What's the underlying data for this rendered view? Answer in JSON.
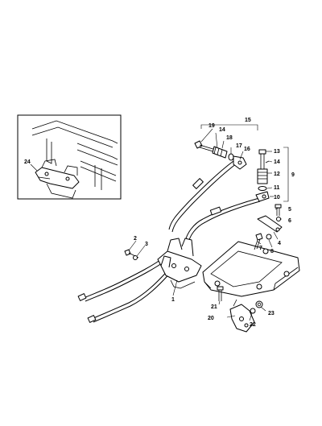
{
  "diagram": {
    "inset_callout": "24",
    "callouts": {
      "c1": "1",
      "c2": "2",
      "c3": "3",
      "c4": "4",
      "c5": "5",
      "c6": "6",
      "c7": "7",
      "c8": "8",
      "c9": "9",
      "c10": "10",
      "c11": "11",
      "c12": "12",
      "c13": "13",
      "c14a": "14",
      "c14b": "14",
      "c15": "15",
      "c16": "16",
      "c17": "17",
      "c18": "18",
      "c19": "19",
      "c20": "20",
      "c21": "21",
      "c22": "22",
      "c23": "23"
    }
  }
}
